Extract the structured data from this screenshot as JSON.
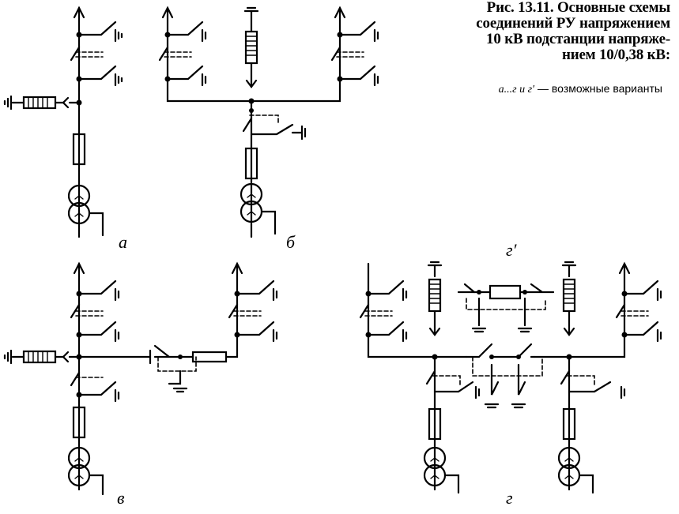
{
  "figure": {
    "caption_lines": [
      "Рис. 13.11. Основные схемы",
      "соединений РУ напряжением",
      "10 кВ подстанции напряже-",
      "нием 10/0,38 кВ:"
    ],
    "note": {
      "variants": "а...г и г′",
      "text": "— возможные варианты"
    }
  },
  "variants": [
    {
      "id": "a",
      "label": "а"
    },
    {
      "id": "b",
      "label": "б"
    },
    {
      "id": "v",
      "label": "в"
    },
    {
      "id": "g",
      "label": "г"
    },
    {
      "id": "g2",
      "label": "г′"
    }
  ]
}
